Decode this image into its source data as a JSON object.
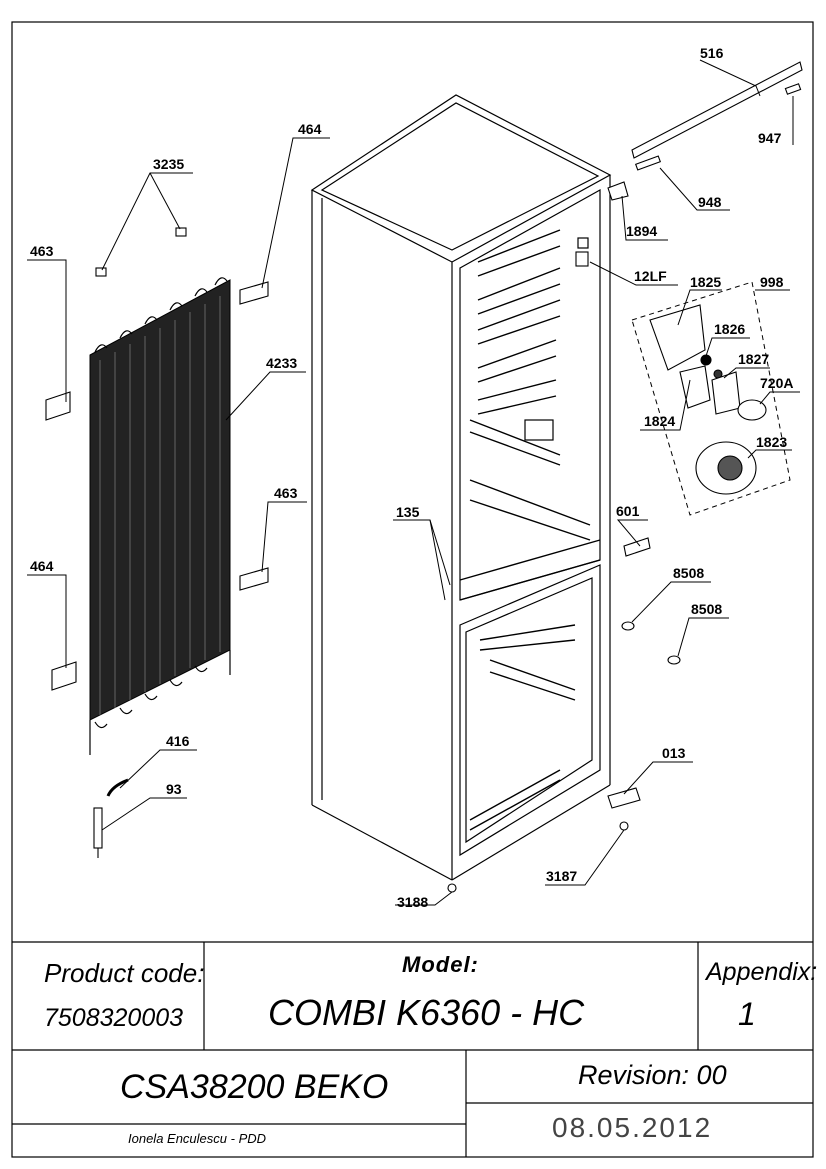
{
  "parts": [
    {
      "id": "p516",
      "label": "516"
    },
    {
      "id": "p947",
      "label": "947"
    },
    {
      "id": "p948",
      "label": "948"
    },
    {
      "id": "p1894",
      "label": "1894"
    },
    {
      "id": "p12lf",
      "label": "12LF"
    },
    {
      "id": "p1825",
      "label": "1825"
    },
    {
      "id": "p998",
      "label": "998"
    },
    {
      "id": "p1826",
      "label": "1826"
    },
    {
      "id": "p1827",
      "label": "1827"
    },
    {
      "id": "p720a",
      "label": "720A"
    },
    {
      "id": "p1824",
      "label": "1824"
    },
    {
      "id": "p1823",
      "label": "1823"
    },
    {
      "id": "p601",
      "label": "601"
    },
    {
      "id": "p8508a",
      "label": "8508"
    },
    {
      "id": "p8508b",
      "label": "8508"
    },
    {
      "id": "p013",
      "label": "013"
    },
    {
      "id": "p3187",
      "label": "3187"
    },
    {
      "id": "p3188",
      "label": "3188"
    },
    {
      "id": "p135",
      "label": "135"
    },
    {
      "id": "p464a",
      "label": "464"
    },
    {
      "id": "p3235",
      "label": "3235"
    },
    {
      "id": "p463a",
      "label": "463"
    },
    {
      "id": "p4233",
      "label": "4233"
    },
    {
      "id": "p463b",
      "label": "463"
    },
    {
      "id": "p464b",
      "label": "464"
    },
    {
      "id": "p416",
      "label": "416"
    },
    {
      "id": "p93",
      "label": "93"
    }
  ],
  "title_block": {
    "product_code_label": "Product code:",
    "product_code": "7508320003",
    "model_label": "Model:",
    "model": "COMBI K6360 - HC",
    "appendix_label": "Appendix:",
    "appendix": "1",
    "part_code": "CSA38200 BEKO",
    "revision": "Revision: 00",
    "author": "Ionela Enculescu - PDD",
    "date": "08.05.2012"
  }
}
